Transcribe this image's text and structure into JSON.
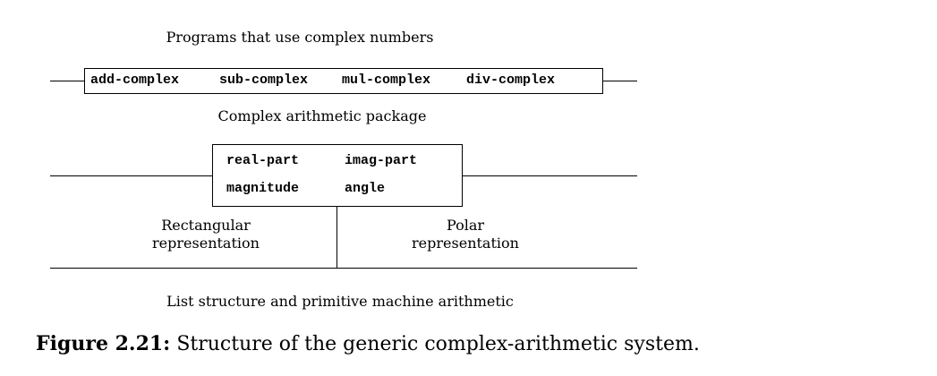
{
  "figure": {
    "top_label": "Programs that use complex numbers",
    "ops": [
      "add-complex",
      "sub-complex",
      "mul-complex",
      "div-complex"
    ],
    "package_label": "Complex arithmetic package",
    "selectors": {
      "row1": [
        "real-part",
        "imag-part"
      ],
      "row2": [
        "magnitude",
        "angle"
      ]
    },
    "rectangular_label_line1": "Rectangular",
    "rectangular_label_line2": "representation",
    "polar_label_line1": "Polar",
    "polar_label_line2": "representation",
    "bottom_label": "List structure and primitive machine arithmetic"
  },
  "caption": {
    "number": "Figure 2.21:",
    "text": "Structure of the generic complex-arithmetic system."
  }
}
